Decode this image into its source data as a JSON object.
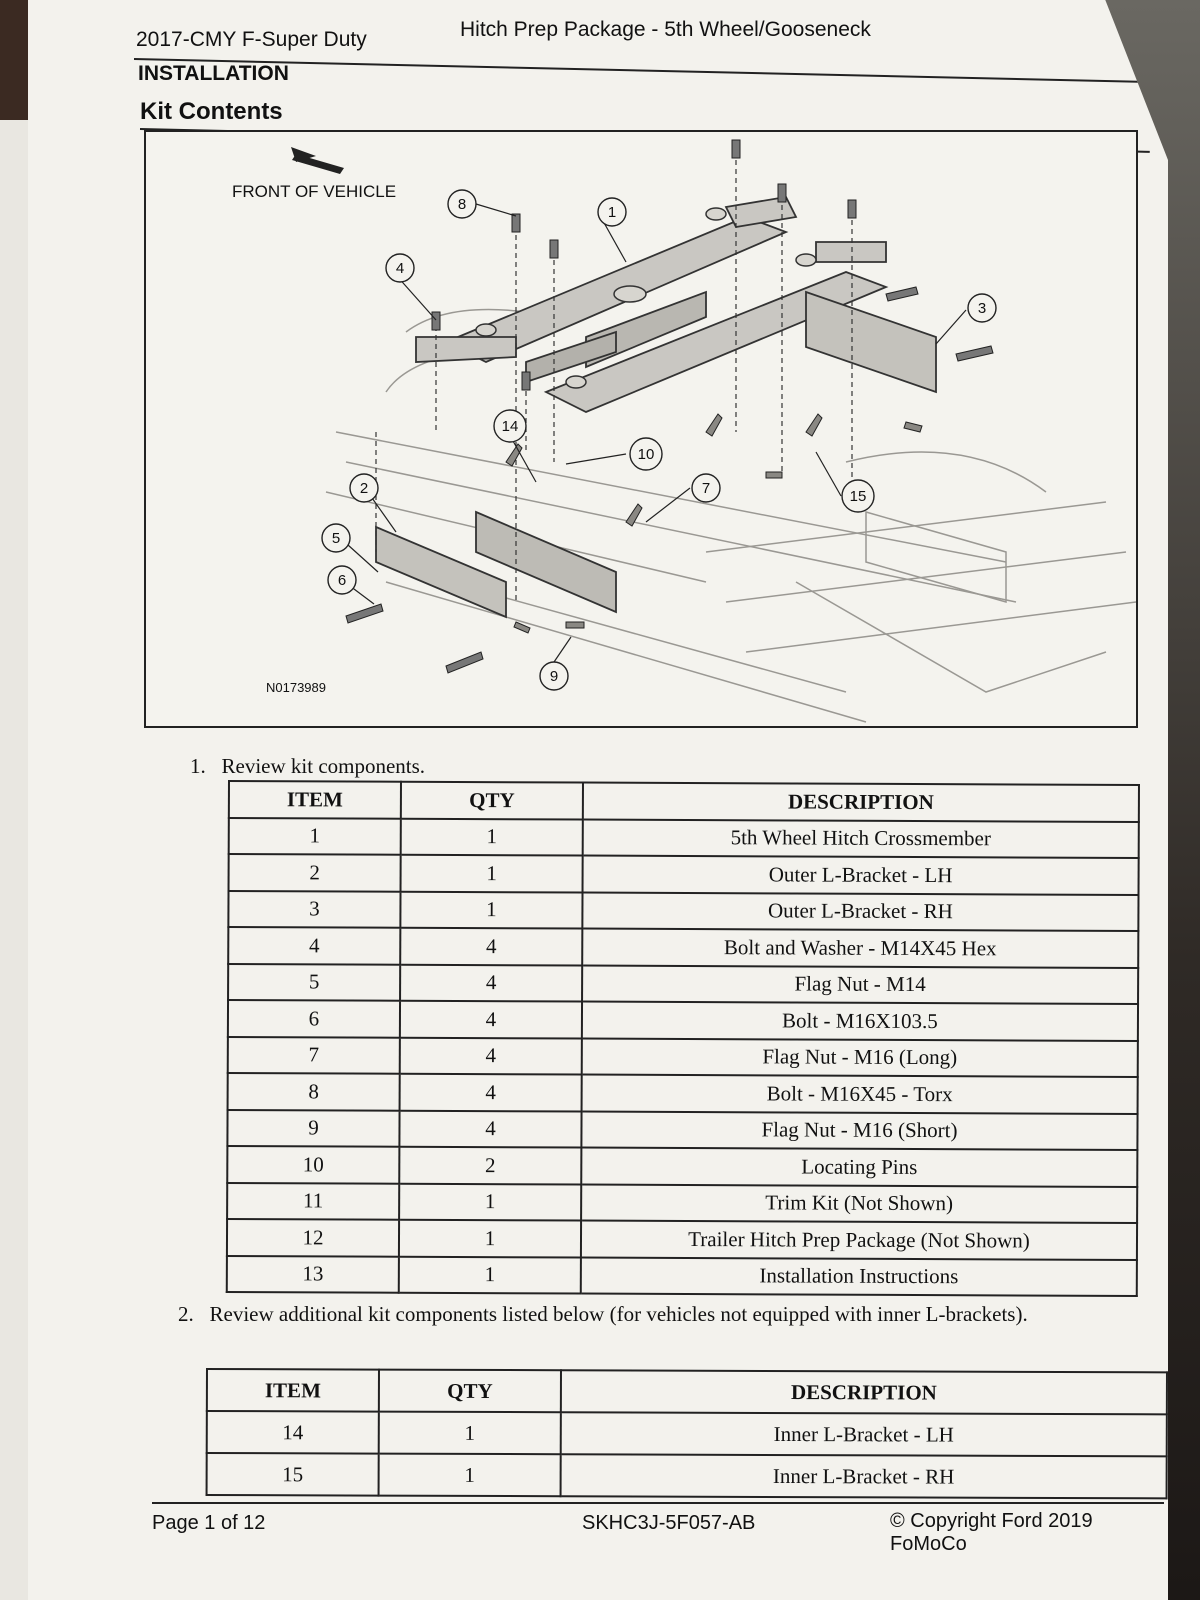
{
  "header": {
    "model": "2017-CMY F-Super Duty",
    "title": "Hitch Prep Package - 5th Wheel/Gooseneck",
    "section": "INSTALLATION",
    "subsection": "Kit Contents"
  },
  "figure": {
    "front_label": "FRONT OF VEHICLE",
    "code": "N0173989",
    "callouts": [
      "1",
      "2",
      "3",
      "4",
      "5",
      "6",
      "7",
      "8",
      "9",
      "10",
      "14",
      "15"
    ]
  },
  "steps": {
    "step1_num": "1.",
    "step1_text": "Review kit components.",
    "step2_num": "2.",
    "step2_text": "Review additional kit components listed below (for vehicles not equipped with inner L-brackets)."
  },
  "table1": {
    "headers": [
      "ITEM",
      "QTY",
      "DESCRIPTION"
    ],
    "rows": [
      [
        "1",
        "1",
        "5th Wheel Hitch Crossmember"
      ],
      [
        "2",
        "1",
        "Outer L-Bracket - LH"
      ],
      [
        "3",
        "1",
        "Outer L-Bracket - RH"
      ],
      [
        "4",
        "4",
        "Bolt and Washer - M14X45 Hex"
      ],
      [
        "5",
        "4",
        "Flag Nut - M14"
      ],
      [
        "6",
        "4",
        "Bolt - M16X103.5"
      ],
      [
        "7",
        "4",
        "Flag Nut - M16 (Long)"
      ],
      [
        "8",
        "4",
        "Bolt - M16X45 - Torx"
      ],
      [
        "9",
        "4",
        "Flag Nut - M16 (Short)"
      ],
      [
        "10",
        "2",
        "Locating Pins"
      ],
      [
        "11",
        "1",
        "Trim Kit (Not Shown)"
      ],
      [
        "12",
        "1",
        "Trailer Hitch Prep Package (Not Shown)"
      ],
      [
        "13",
        "1",
        "Installation Instructions"
      ]
    ]
  },
  "table2": {
    "headers": [
      "ITEM",
      "QTY",
      "DESCRIPTION"
    ],
    "rows": [
      [
        "14",
        "1",
        "Inner L-Bracket - LH"
      ],
      [
        "15",
        "1",
        "Inner L-Bracket - RH"
      ]
    ]
  },
  "footer": {
    "page": "Page 1 of 12",
    "code": "SKHC3J-5F057-AB",
    "copyright": "© Copyright Ford 2019 FoMoCo"
  }
}
